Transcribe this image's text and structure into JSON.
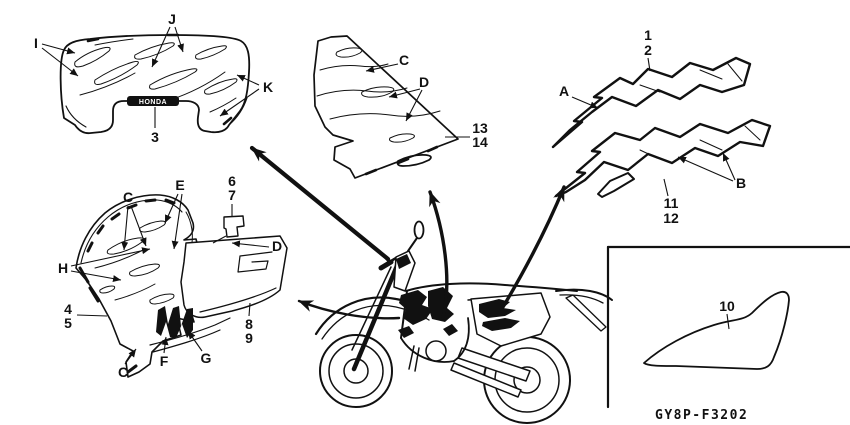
{
  "colors": {
    "ink": "#111111",
    "background": "#ffffff"
  },
  "tank_decal": {
    "label_i": "I",
    "label_j": "J",
    "label_k": "K",
    "label_3": "3",
    "logo_text": "HONDA"
  },
  "front_panel": {
    "label_c": "C",
    "label_d": "D",
    "label_13": "13",
    "label_14": "14"
  },
  "stripe_decal": {
    "label_1": "1",
    "label_2": "2",
    "label_a": "A",
    "label_b": "B",
    "label_11": "11",
    "label_12": "12"
  },
  "side_shroud": {
    "label_c_upper": "C",
    "label_e": "E",
    "label_6": "6",
    "label_7": "7",
    "label_d": "D",
    "label_h": "H",
    "label_4": "4",
    "label_5": "5",
    "label_8": "8",
    "label_9": "9",
    "label_c_lower": "C",
    "label_f": "F",
    "label_g": "G"
  },
  "seat_panel": {
    "label_10": "10"
  },
  "footer": {
    "figure_code": "GY8P-F3202"
  }
}
